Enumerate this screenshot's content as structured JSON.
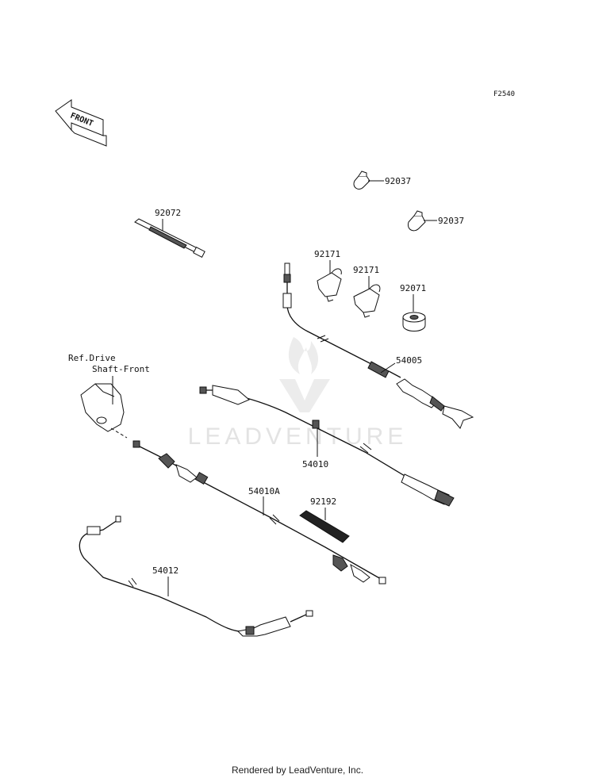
{
  "figure_id": "F2540",
  "front_indicator": "FRONT",
  "watermark": "LEADVENTURE",
  "reference": {
    "line1": "Ref.Drive",
    "line2": "Shaft-Front"
  },
  "parts": [
    {
      "number": "92037",
      "icon": "cable-clamp-icon"
    },
    {
      "number": "92037",
      "icon": "cable-clamp-icon"
    },
    {
      "number": "92072",
      "icon": "cable-tie-icon"
    },
    {
      "number": "92171",
      "icon": "clip-icon"
    },
    {
      "number": "92171",
      "icon": "clip-icon"
    },
    {
      "number": "92071",
      "icon": "grommet-icon"
    },
    {
      "number": "54005",
      "icon": "throttle-cable-icon"
    },
    {
      "number": "54010",
      "icon": "brake-cable-icon"
    },
    {
      "number": "54010A",
      "icon": "brake-cable-icon"
    },
    {
      "number": "92192",
      "icon": "protector-tube-icon"
    },
    {
      "number": "54012",
      "icon": "choke-cable-icon"
    }
  ],
  "footer": "Rendered by LeadVenture, Inc."
}
